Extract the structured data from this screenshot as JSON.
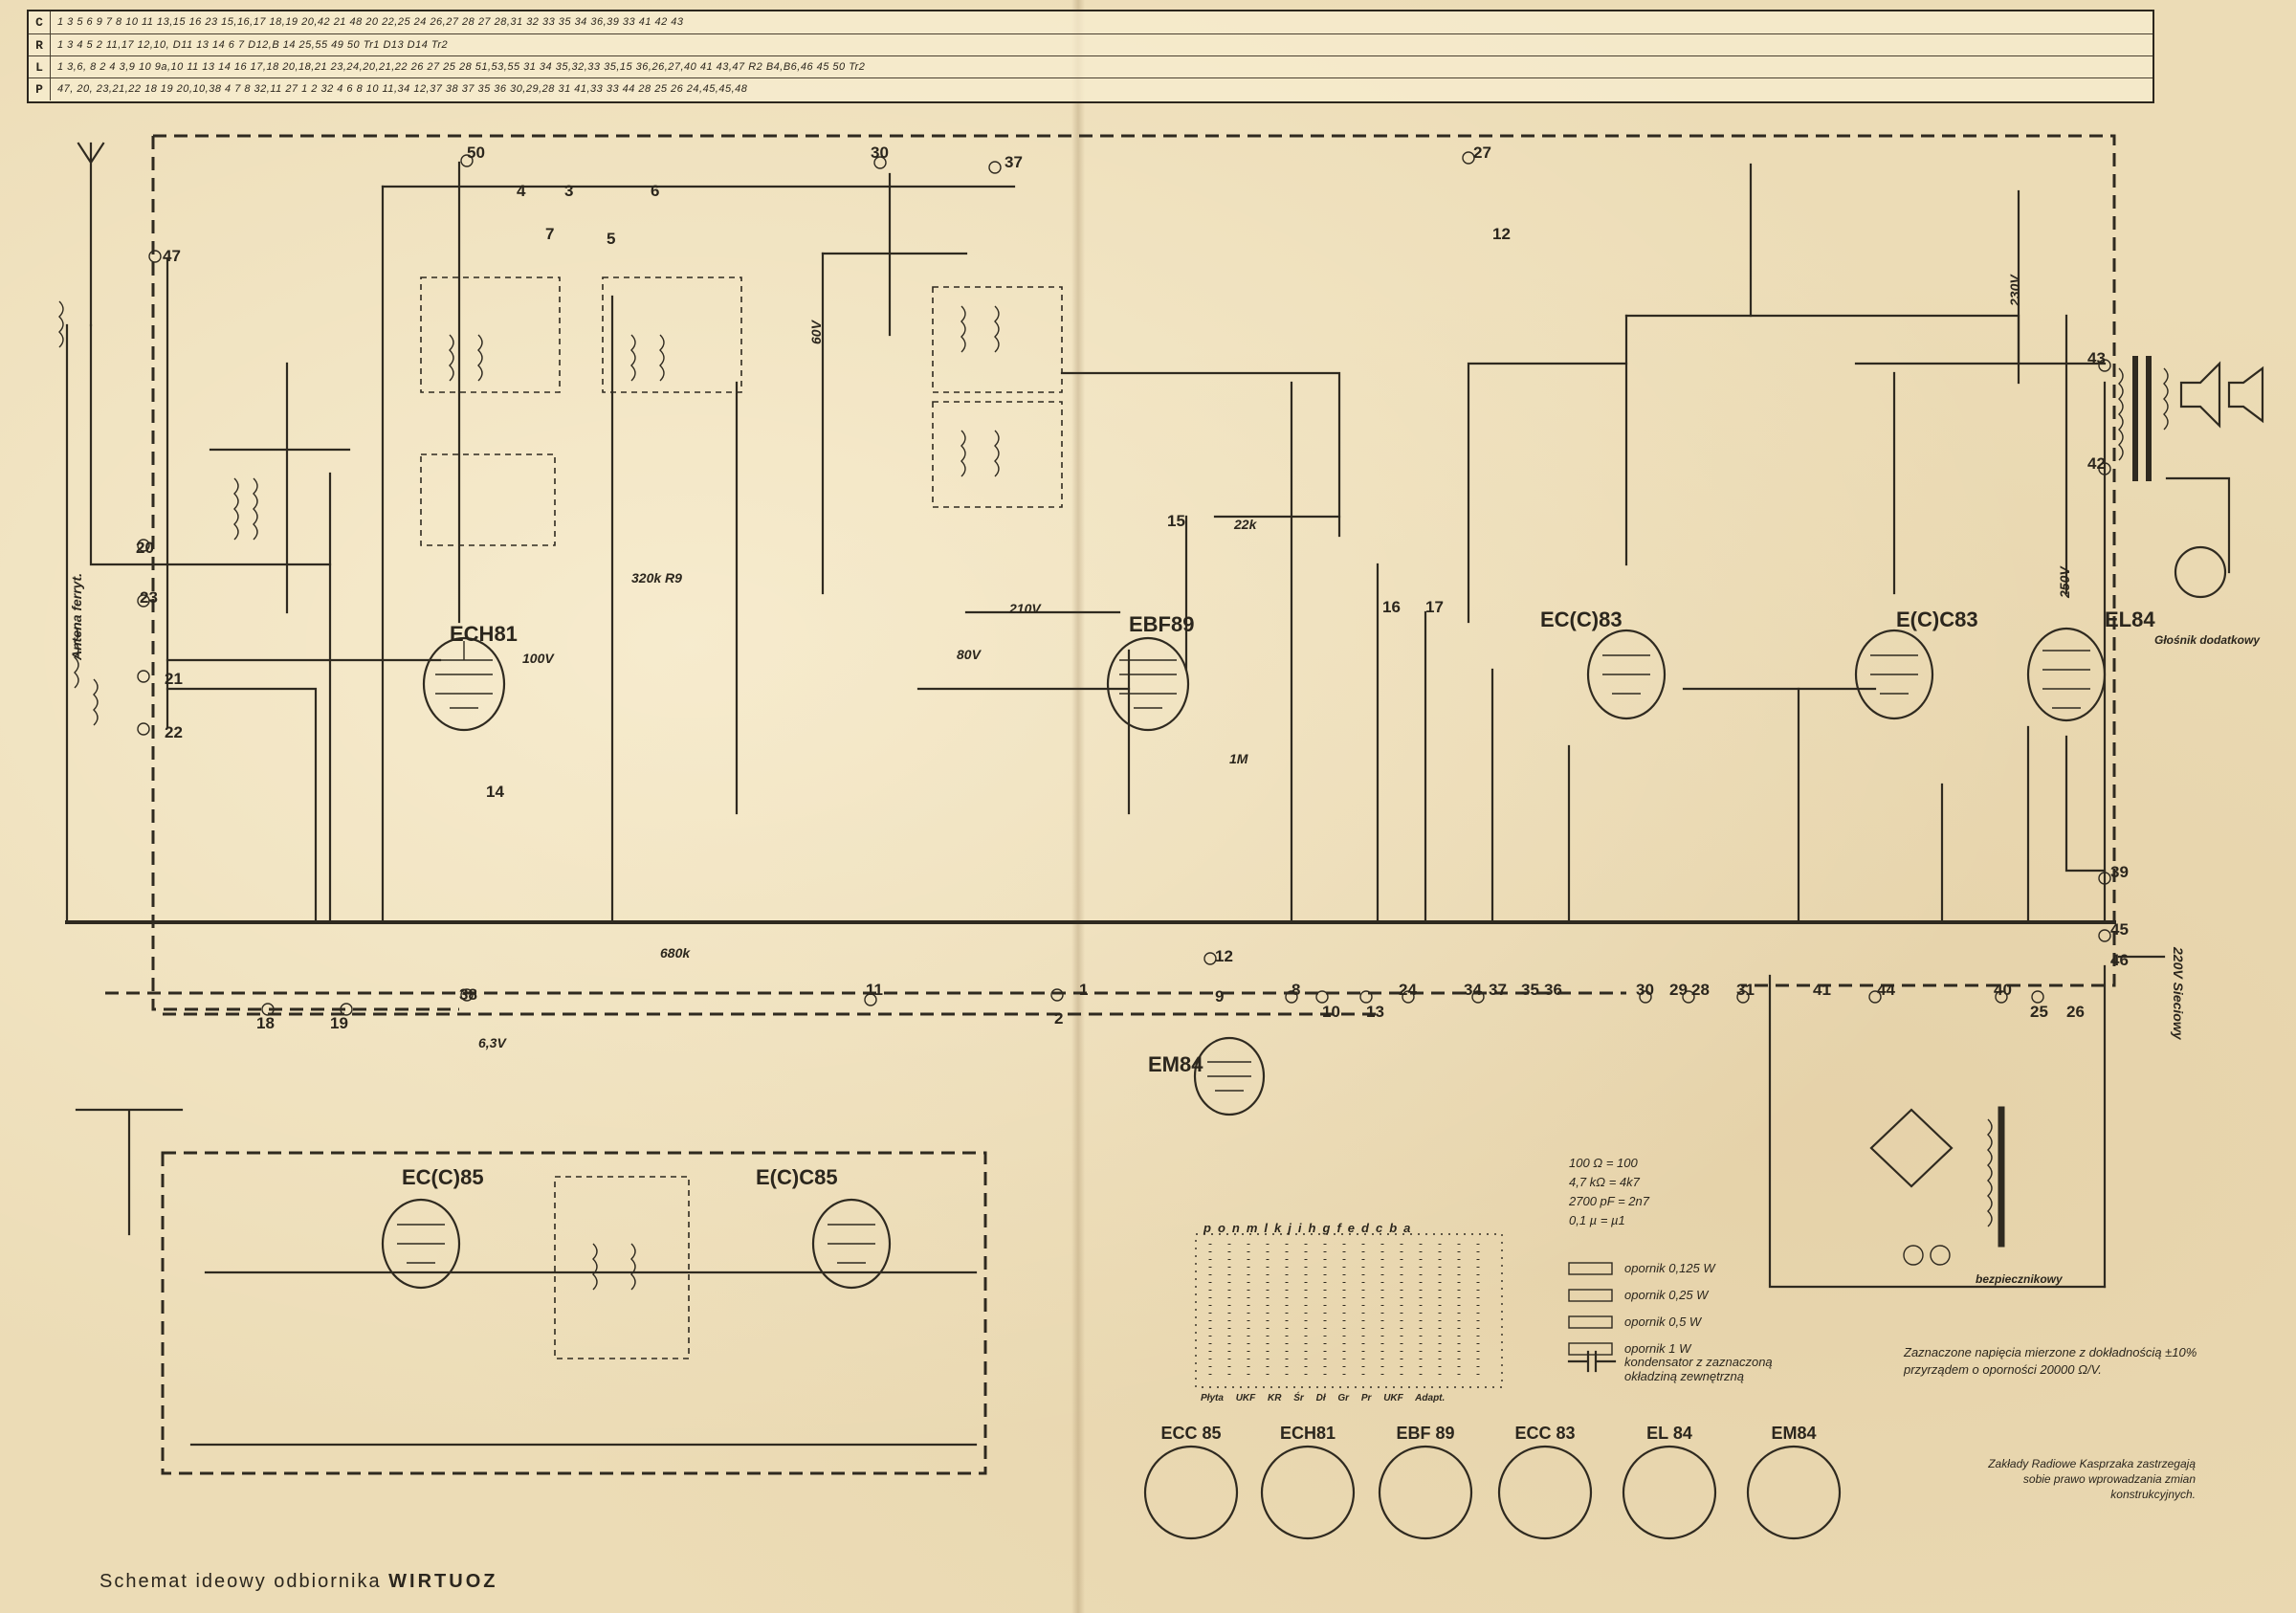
{
  "title": {
    "caption_prefix": "Schemat ideowy odbiornika",
    "caption_model": "WIRTUOZ"
  },
  "table": {
    "rows": [
      {
        "key": "C",
        "cells": "1      3     5     6             9    7    8             10            11          13,15     16              23  15,16,17   18,19  20,42  21  48     20       22,25            24  26,27   28    27                 28,31  32  33  35     34     36,39          33     41    42              43"
      },
      {
        "key": "R",
        "cells": "1       3     4          5   2          11,17   12,10, D11             13    14                         6                         7   D12,B       14           25,55                                        49          50                         Tr1  D13              D14    Tr2"
      },
      {
        "key": "L",
        "cells": "1      3,6, 8     2        4    3,9     10  9a,10  11     13       14             16       17,18   20,18,21     23,24,20,21,22     26     27  25  28          51,53,55          31     34   35,32,33    35,15     36,26,27,40        41       43,47  R2   B4,B6,46        45                   50         Tr2"
      },
      {
        "key": "P",
        "cells": "       47, 20, 23,21,22          18        19        20,10,38      4      7      8                        32,11          27        1      2           32      4   6    8    10    11,34  12,37 38  37   35   36           30,29,28       31           41,33   33   44               28     25    26  24,45,45,48"
      }
    ]
  },
  "tubes": [
    {
      "id": "ECH81",
      "label": "ECH81"
    },
    {
      "id": "EBF89",
      "label": "EBF89"
    },
    {
      "id": "ECC83a",
      "label": "EC(C)83"
    },
    {
      "id": "ECC83b",
      "label": "E(C)C83"
    },
    {
      "id": "EL84",
      "label": "EL84"
    },
    {
      "id": "EM84",
      "label": "EM84"
    },
    {
      "id": "ECC85a",
      "label": "EC(C)85"
    },
    {
      "id": "ECC85b",
      "label": "E(C)C85"
    }
  ],
  "nodes": [
    "50",
    "30",
    "37",
    "27",
    "47",
    "20",
    "23",
    "21",
    "22",
    "18",
    "19",
    "38",
    "11",
    "12",
    "9",
    "8",
    "10",
    "13",
    "24",
    "34",
    "37",
    "35",
    "36",
    "30",
    "29",
    "28",
    "31",
    "41",
    "44",
    "40",
    "25",
    "26",
    "39",
    "45",
    "46",
    "43",
    "42",
    "17",
    "16",
    "15",
    "14",
    "6",
    "5",
    "4",
    "3",
    "2",
    "1",
    "7",
    "12"
  ],
  "component_labels": {
    "ant_coil": "Antena ferryt.",
    "speaker_ext": "Głośnik dodatkowy",
    "mains": "220V Sieciowy",
    "pilot_lamp": "bezpiecznikowy",
    "voltage_100": "100V",
    "voltage_210": "210V",
    "voltage_80": "80V",
    "voltage_60": "60V",
    "voltage_230": "230V",
    "voltage_250": "250V",
    "voltage_63": "6,3V",
    "r_320": "320k R9",
    "r_680": "680k",
    "r_1m": "1M",
    "r_22k": "22k"
  },
  "legend": {
    "units": [
      {
        "left": "100 Ω",
        "right": "= 100"
      },
      {
        "left": "4,7 kΩ",
        "right": "= 4k7"
      },
      {
        "left": "2700 pF",
        "right": "= 2n7"
      },
      {
        "left": "0,1 µ",
        "right": "= µ1"
      }
    ],
    "resistors": [
      {
        "label": "opornik 0,125 W"
      },
      {
        "label": "opornik 0,25 W"
      },
      {
        "label": "opornik 0,5 W"
      },
      {
        "label": "opornik 1 W"
      }
    ],
    "cap_note": "kondensator z zaznaczoną okładziną zewnętrzną"
  },
  "matrix": {
    "columns": [
      "p",
      "o",
      "n",
      "m",
      "l",
      "k",
      "j",
      "i",
      "h",
      "g",
      "f",
      "e",
      "d",
      "c",
      "b",
      "a"
    ],
    "buttons": [
      "Płyta",
      "UKF",
      "KR",
      "Śr",
      "Dł",
      "Gr",
      "Pr",
      "UKF",
      "Adapt."
    ]
  },
  "measure_note": "Zaznaczone napięcia mierzone z dokładnością ±10% przyrządem o oporności 20000 Ω/V.",
  "sockets": [
    {
      "id": "ECC85",
      "label": "ECC 85"
    },
    {
      "id": "ECH81",
      "label": "ECH81"
    },
    {
      "id": "EBF89",
      "label": "EBF 89"
    },
    {
      "id": "ECC83",
      "label": "ECC 83"
    },
    {
      "id": "EL84",
      "label": "EL 84"
    },
    {
      "id": "EM84",
      "label": "EM84"
    }
  ],
  "factory_note": "Zakłady Radiowe Kasprzaka zastrzegają sobie prawo wprowadzania zmian konstrukcyjnych."
}
